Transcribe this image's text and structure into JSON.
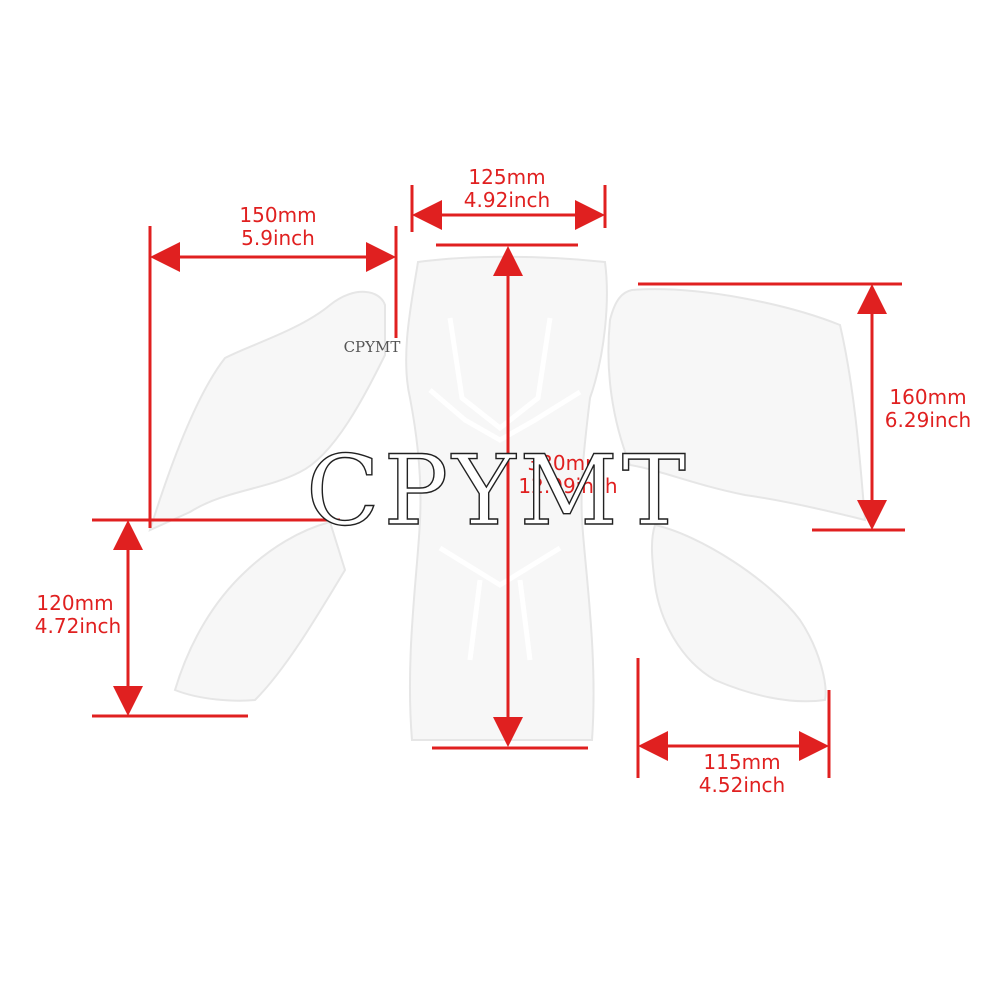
{
  "watermark": {
    "large": "CPYMT",
    "small": "CPYMT"
  },
  "dimensions": {
    "top_center_width": {
      "mm": "125mm",
      "inch": "4.92inch"
    },
    "left_upper_width": {
      "mm": "150mm",
      "inch": "5.9inch"
    },
    "center_height": {
      "mm": "330mm",
      "inch": "12.99inch"
    },
    "right_upper_height": {
      "mm": "160mm",
      "inch": "6.29inch"
    },
    "left_lower_height": {
      "mm": "120mm",
      "inch": "4.72inch"
    },
    "right_lower_width": {
      "mm": "115mm",
      "inch": "4.52inch"
    }
  },
  "colors": {
    "dimension": "#e02020",
    "pad_fill": "#f7f7f7",
    "pad_edge": "#e6e6e6"
  }
}
